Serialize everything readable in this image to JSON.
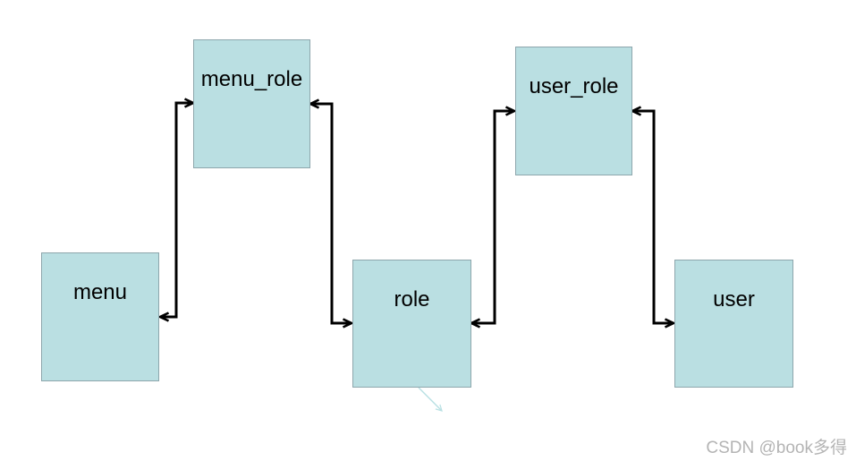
{
  "diagram": {
    "nodes": [
      {
        "id": "menu",
        "label": "menu"
      },
      {
        "id": "menu_role",
        "label": "menu_role"
      },
      {
        "id": "role",
        "label": "role"
      },
      {
        "id": "user_role",
        "label": "user_role"
      },
      {
        "id": "user",
        "label": "user"
      }
    ],
    "edges": [
      {
        "from": "menu",
        "to": "menu_role",
        "style": "elbow",
        "arrows": "both-ends"
      },
      {
        "from": "menu_role",
        "to": "role",
        "style": "elbow",
        "arrows": "both-ends"
      },
      {
        "from": "role",
        "to": "user_role",
        "style": "elbow",
        "arrows": "both-ends"
      },
      {
        "from": "user_role",
        "to": "user",
        "style": "elbow",
        "arrows": "both-ends"
      },
      {
        "from": "role",
        "to": "(empty)",
        "style": "diagonal-accent",
        "arrows": "end"
      }
    ],
    "colors": {
      "node_fill": "#badfe2",
      "node_border": "#8da6ac",
      "connector": "#000000",
      "accent_arrow": "#b8e0e3",
      "background": "#ffffff"
    }
  },
  "watermark": {
    "text": "CSDN @book多得",
    "color": "#b4b4b4"
  }
}
